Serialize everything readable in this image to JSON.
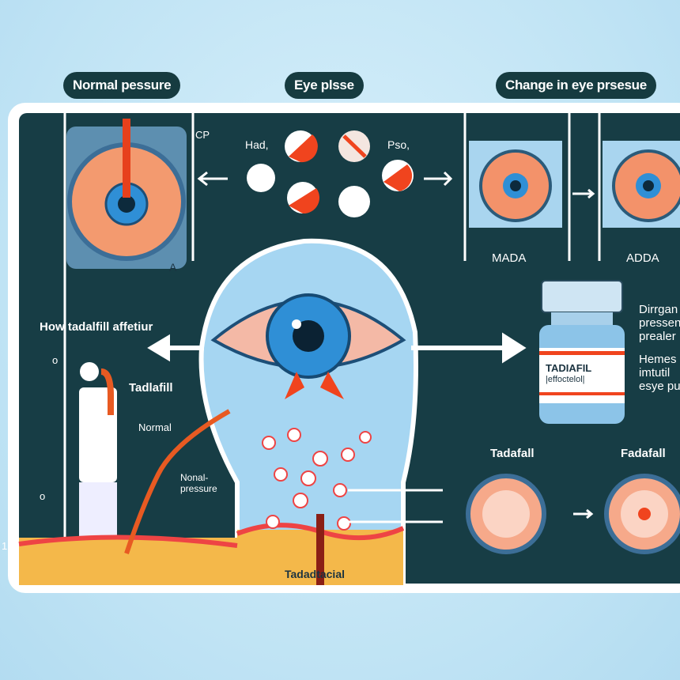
{
  "headers": {
    "normal_pressure": "Normal pessure",
    "eye_pressure": "Eye plsse",
    "change": "Change in eye prsesue"
  },
  "top_middle": {
    "cp": "CP",
    "had": "Had,",
    "pso": "Pso,"
  },
  "left_panel": {
    "corner_label": "A"
  },
  "right_boxes": {
    "left_label": "MADA",
    "right_label": "ADDA"
  },
  "left_section": {
    "heading": "How tadalfill affetiur",
    "marker1": "o",
    "marker2": "o",
    "marker3": "1",
    "tadalafil_label": "Tadlafill",
    "normal_label": "Normal",
    "normal_pressure_label": "Nonal- pressure"
  },
  "bottom_label": "Tadadtacial",
  "bottle": {
    "title": "TADIAFIL",
    "subtitle": "|effoctelol|"
  },
  "right_text": {
    "line1": "Dirrgan",
    "line2": "pressen",
    "line3": "prealer",
    "line4": "Hemes",
    "line5": "imtutil",
    "line6": "esye pu"
  },
  "bottom_right": {
    "left_label": "Tadafall",
    "right_label": "Fadafall"
  },
  "colors": {
    "panel": "#173d45",
    "accent": "#f0441e",
    "iris": "#2f8fd6",
    "sky": "#bfe3f4",
    "skin": "#f4b84a"
  }
}
